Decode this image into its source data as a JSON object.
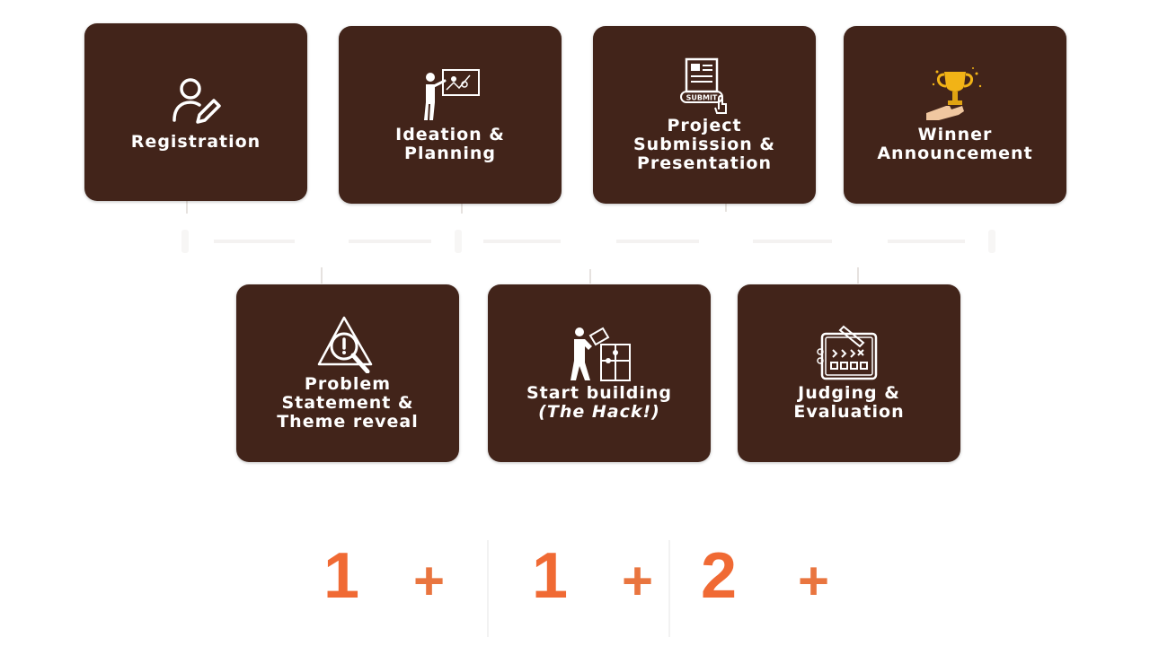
{
  "stages_top": [
    {
      "label_lines": [
        "Registration"
      ],
      "icon": "user-edit-icon"
    },
    {
      "label_lines": [
        "Ideation &",
        "Planning"
      ],
      "icon": "presenter-board-icon"
    },
    {
      "label_lines": [
        "Project",
        "Submission &",
        "Presentation"
      ],
      "icon": "submit-document-icon",
      "icon_text": "SUBMIT"
    },
    {
      "label_lines": [
        "Winner",
        "Announcement"
      ],
      "icon": "trophy-icon"
    }
  ],
  "stages_bottom": [
    {
      "label_lines": [
        "Problem",
        "Statement &",
        "Theme reveal"
      ],
      "icon": "magnifier-alert-icon"
    },
    {
      "label_lines": [
        "Start building"
      ],
      "italic_line": "(The Hack!)",
      "icon": "puzzle-builder-icon"
    },
    {
      "label_lines": [
        "Judging &",
        "Evaluation"
      ],
      "icon": "evaluation-board-icon"
    }
  ],
  "stats": [
    {
      "number": "1",
      "plus": "+"
    },
    {
      "number": "1",
      "plus": "+"
    },
    {
      "number": "2",
      "plus": "+"
    }
  ],
  "colors": {
    "card_bg": "#42241a",
    "card_text": "#ffffff",
    "stat_number": "#f06a34",
    "stat_plus": "#e9753f"
  }
}
